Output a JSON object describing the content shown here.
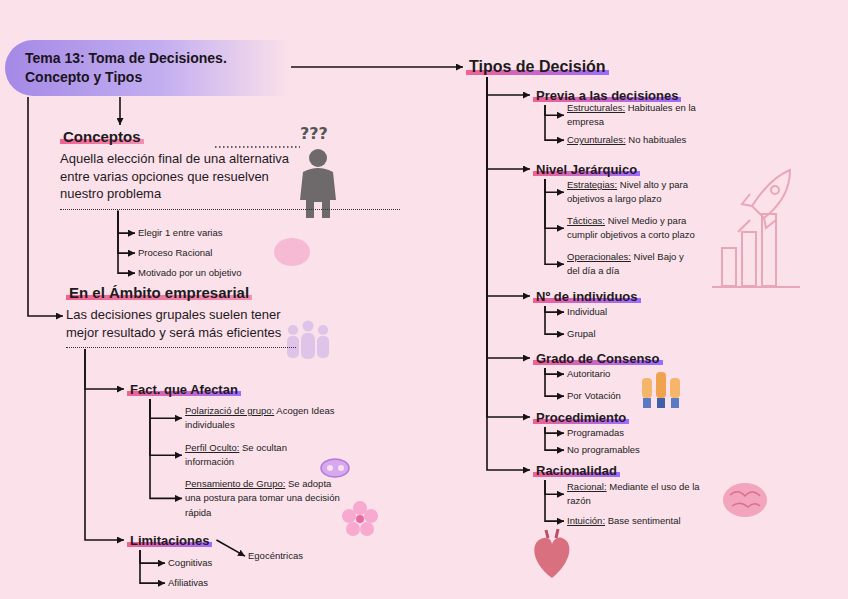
{
  "diagram": {
    "nodes": [
      {
        "text": [
          "Tema 13: Toma de Decisiones. Concepto y Tipos"
        ]
      },
      {
        "text": [
          "Conceptos",
          "Aquella elección final de una alternativa entre varias opciones que resuelven nuestro problema"
        ]
      },
      {
        "text": [
          "Elegir 1 entre varias"
        ]
      },
      {
        "text": [
          "Proceso Racional"
        ]
      },
      {
        "text": [
          "Motivado por un objetivo"
        ]
      },
      {
        "text": [
          "En el Ámbito empresarial",
          "Las decisiones grupales suelen tener mejor resultado y será más eficientes"
        ]
      },
      {
        "text": [
          "Fact. que Afectan"
        ]
      },
      {
        "text": [
          "Polarizació de grupo: Acogen Ideas individuales"
        ]
      },
      {
        "text": [
          "Perfil Oculto: Se ocultan información"
        ]
      },
      {
        "text": [
          "Pensamiento de Grupo: Se adopta una postura para tomar una decisión rápida"
        ]
      },
      {
        "text": [
          "Limitaciones"
        ]
      },
      {
        "text": [
          "Cognitivas"
        ]
      },
      {
        "text": [
          "Afiliativas"
        ]
      },
      {
        "text": [
          "Egocéntricas"
        ]
      },
      {
        "text": [
          "Tipos de Decisión"
        ]
      },
      {
        "text": [
          "Previa a las decisiones"
        ]
      },
      {
        "text": [
          "Estructurales: Habituales en la empresa"
        ]
      },
      {
        "text": [
          "Coyunturales: No habituales"
        ]
      },
      {
        "text": [
          "Nivel Jerárquico"
        ]
      },
      {
        "text": [
          "Estrategias: Nivel alto y para objetivos a largo plazo"
        ]
      },
      {
        "text": [
          "Tácticas: Nivel Medio y para cumplir objetivos a corto plazo"
        ]
      },
      {
        "text": [
          "Operacionales: Nivel Bajo y del día a día"
        ]
      },
      {
        "text": [
          "Nº de individuos"
        ]
      },
      {
        "text": [
          "Individual"
        ]
      },
      {
        "text": [
          "Grupal"
        ]
      },
      {
        "text": [
          "Grado de Consenso"
        ]
      },
      {
        "text": [
          "Autoritario"
        ]
      },
      {
        "text": [
          "Por Votación"
        ]
      },
      {
        "text": [
          "Procedimiento"
        ]
      },
      {
        "text": [
          "Programadas"
        ]
      },
      {
        "text": [
          "No programables"
        ]
      },
      {
        "text": [
          "Racionalidad"
        ]
      },
      {
        "text": [
          "Racional: Mediante el uso de la razón"
        ]
      },
      {
        "text": [
          "Intuición: Base sentimental"
        ]
      }
    ],
    "edges": [
      {
        "from": 0,
        "to": 14,
        "arrow": "to"
      },
      {
        "from": 0,
        "to": 1,
        "arrow": "to"
      },
      {
        "from": 1,
        "to": 2,
        "arrow": "to"
      },
      {
        "from": 1,
        "to": 3,
        "arrow": "to"
      },
      {
        "from": 1,
        "to": 4,
        "arrow": "to"
      },
      {
        "from": 0,
        "to": 5,
        "arrow": "to"
      },
      {
        "from": 5,
        "to": 6,
        "arrow": "to"
      },
      {
        "from": 6,
        "to": 7,
        "arrow": "to"
      },
      {
        "from": 6,
        "to": 8,
        "arrow": "to"
      },
      {
        "from": 6,
        "to": 9,
        "arrow": "to"
      },
      {
        "from": 5,
        "to": 10,
        "arrow": "to"
      },
      {
        "from": 10,
        "to": 11,
        "arrow": "to"
      },
      {
        "from": 10,
        "to": 12,
        "arrow": "to"
      },
      {
        "from": 10,
        "to": 13,
        "arrow": "to"
      },
      {
        "from": 14,
        "to": 15,
        "arrow": "to"
      },
      {
        "from": 15,
        "to": 16,
        "arrow": "to"
      },
      {
        "from": 15,
        "to": 17,
        "arrow": "to"
      },
      {
        "from": 14,
        "to": 18,
        "arrow": "to"
      },
      {
        "from": 18,
        "to": 19,
        "arrow": "to"
      },
      {
        "from": 18,
        "to": 20,
        "arrow": "to"
      },
      {
        "from": 18,
        "to": 21,
        "arrow": "to"
      },
      {
        "from": 14,
        "to": 22,
        "arrow": "to"
      },
      {
        "from": 22,
        "to": 23,
        "arrow": "to"
      },
      {
        "from": 22,
        "to": 24,
        "arrow": "to"
      },
      {
        "from": 14,
        "to": 25,
        "arrow": "to"
      },
      {
        "from": 25,
        "to": 26,
        "arrow": "to"
      },
      {
        "from": 25,
        "to": 27,
        "arrow": "to"
      },
      {
        "from": 14,
        "to": 28,
        "arrow": "to"
      },
      {
        "from": 28,
        "to": 29,
        "arrow": "to"
      },
      {
        "from": 28,
        "to": 30,
        "arrow": "to"
      },
      {
        "from": 14,
        "to": 31,
        "arrow": "to"
      },
      {
        "from": 31,
        "to": 32,
        "arrow": "to"
      },
      {
        "from": 31,
        "to": 33,
        "arrow": "to"
      }
    ],
    "labels": [
      "???"
    ]
  }
}
